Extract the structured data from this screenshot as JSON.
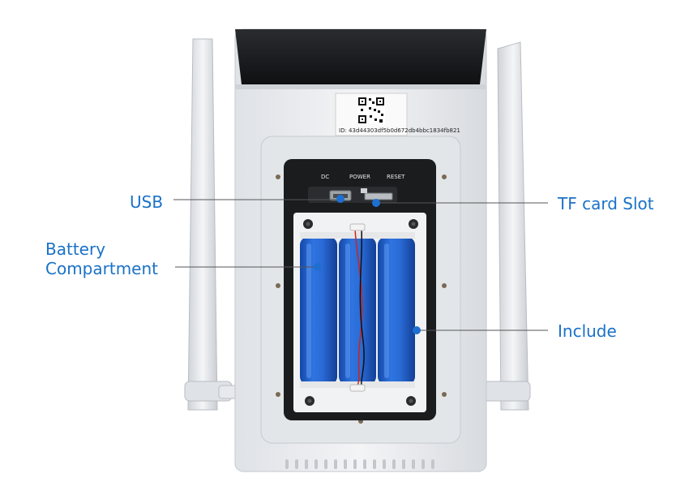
{
  "callouts": {
    "usb": "USB",
    "tf_card_slot": "TF card Slot",
    "battery_line1": "Battery",
    "battery_line2": "Compartment",
    "include": "Include"
  },
  "device": {
    "id_label": "ID: 43d44303df5b0d672db4bbc1834fb821",
    "panel": {
      "dc": "DC",
      "power": "POWER",
      "reset": "RESET"
    }
  },
  "colors": {
    "accent": "#1a72c7",
    "battery": "#1f5fc8",
    "housing": "#e9ebee"
  }
}
